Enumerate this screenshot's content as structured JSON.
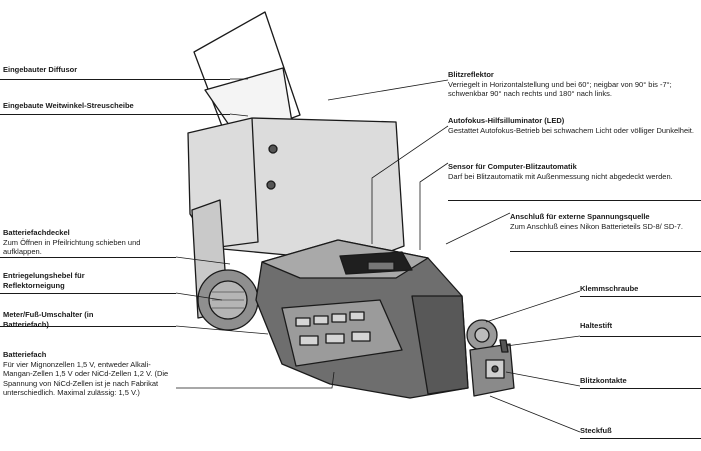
{
  "left_labels": [
    {
      "id": "diffusor",
      "title": "Eingebauter Diffusor",
      "desc": ""
    },
    {
      "id": "weitwinkel",
      "title": "Eingebaute Weitwinkel-Streuscheibe",
      "desc": ""
    },
    {
      "id": "batteriefachdeckel",
      "title": "Batteriefachdeckel",
      "desc": "Zum Öffnen in Pfeilrichtung schieben und aufklappen."
    },
    {
      "id": "entriegelung",
      "title": "Entriegelungshebel für Reflektorneigung",
      "desc": ""
    },
    {
      "id": "meterfuss",
      "title": "Meter/Fuß-Umschalter (in Batteriefach)",
      "desc": ""
    },
    {
      "id": "batteriefach",
      "title": "Batteriefach",
      "desc": "Für vier Mignonzellen 1,5 V, entweder Alkali-Mangan-Zellen 1,5 V oder NiCd-Zellen 1,2 V. (Die Spannung von NiCd-Zellen ist je nach Fabrikat unterschiedlich. Maximal zulässig: 1,5 V.)"
    }
  ],
  "right_labels": [
    {
      "id": "blitzreflektor",
      "title": "Blitzreflektor",
      "desc": "Verriegelt in Horizontalstellung und bei 60°; neigbar von 90° bis -7°; schwenkbar 90° nach rechts und 180° nach links."
    },
    {
      "id": "autofokus",
      "title": "Autofokus-Hilfsilluminator (LED)",
      "desc": "Gestattet Autofokus-Betrieb bei schwachem Licht oder völliger Dunkelheit."
    },
    {
      "id": "sensor",
      "title": "Sensor für Computer-Blitzautomatik",
      "desc": "Darf bei Blitzautomatik mit Außenmessung nicht abgedeckt werden."
    },
    {
      "id": "anschluss",
      "title": "Anschluß für externe Spannungsquelle",
      "desc": "Zum Anschluß eines Nikon Batterieteils SD-8/ SD-7."
    },
    {
      "id": "klemmschraube",
      "title": "Klemmschraube",
      "desc": ""
    },
    {
      "id": "haltestift",
      "title": "Haltestift",
      "desc": ""
    },
    {
      "id": "blitzkontakte",
      "title": "Blitzkontakte",
      "desc": ""
    },
    {
      "id": "steckfuss",
      "title": "Steckfuß",
      "desc": ""
    }
  ]
}
